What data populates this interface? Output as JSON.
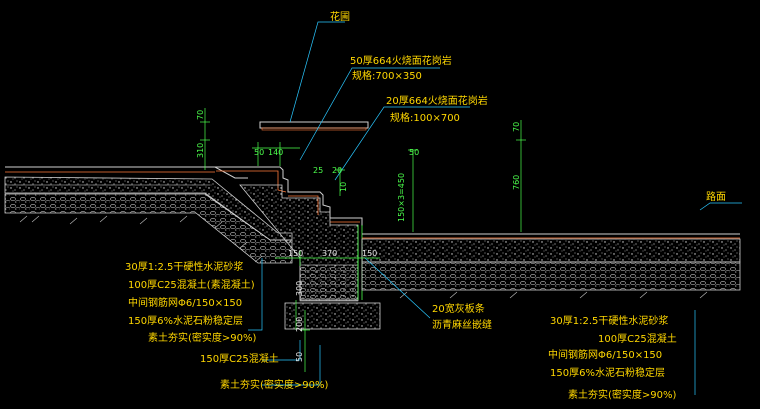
{
  "labels": {
    "flower_bed": "花圃",
    "coping_spec": "50厚664火烧面花岗岩",
    "coping_size": "规格:700×350",
    "step_spec": "20厚664火烧面花岗岩",
    "step_size": "规格:100×700",
    "road": "路面",
    "joint_1": "20宽灰板条",
    "joint_2": "沥青麻丝嵌缝",
    "left_layers": [
      "30厚1:2.5干硬性水泥砂浆",
      "100厚C25混凝土(素混凝土)",
      "中间钢筋网Φ6/150×150",
      "150厚6%水泥石粉稳定层",
      "素土夯实(密实度>90%)"
    ],
    "foundation_1": "150厚C25混凝土",
    "foundation_2": "素土夯实(密实度>90%)",
    "right_layers": [
      "30厚1:2.5干硬性水泥砂浆",
      "100厚C25混凝土",
      "中间钢筋网Φ6/150×150",
      "150厚6%水泥石粉稳定层",
      "素土夯实(密实度>90%)"
    ]
  },
  "dims": {
    "d70a": "70",
    "d310": "310",
    "d50a": "50",
    "d140": "140",
    "d50b": "50",
    "d25": "25",
    "d20": "20",
    "d10": "10",
    "d150x3": "150×3=450",
    "d70b": "70",
    "d760": "760",
    "d150a": "150",
    "d370": "370",
    "d150b": "150",
    "d300": "300",
    "d200": "200",
    "d50c": "50"
  }
}
